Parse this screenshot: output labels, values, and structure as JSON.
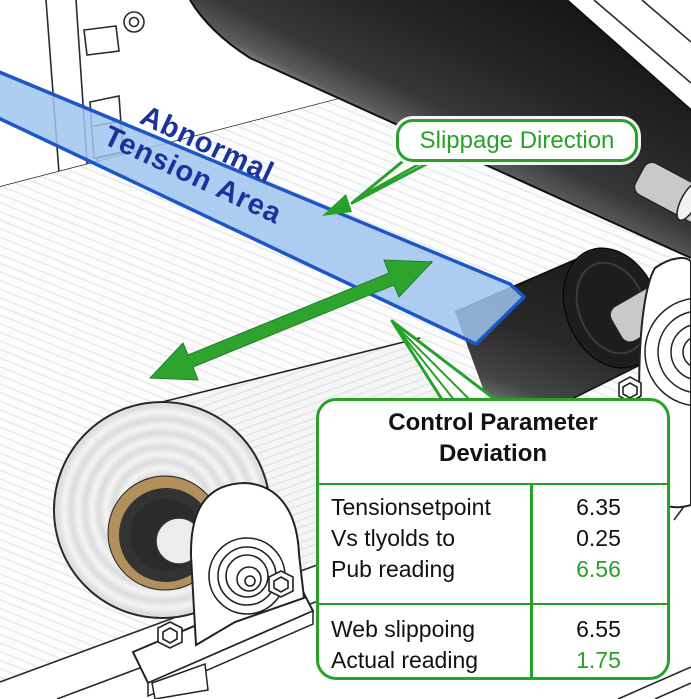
{
  "diagram": {
    "band": {
      "label_line1": "Abnormal",
      "label_line2": "Tension Area"
    },
    "callout": {
      "label": "Slippage Direction"
    },
    "table": {
      "title_line1": "Control Parameter",
      "title_line2": "Deviation",
      "sections": [
        {
          "rows": [
            {
              "label": "Tensionsetpoint",
              "value": "6.35",
              "highlight": false
            },
            {
              "label": "Vs tlyolds to",
              "value": "0.25",
              "highlight": false
            },
            {
              "label": "Pub reading",
              "value": "6.56",
              "highlight": true
            }
          ]
        },
        {
          "rows": [
            {
              "label": "Web slippoing",
              "value": "6.55",
              "highlight": false
            },
            {
              "label": "Actual reading",
              "value": "1.75",
              "highlight": true
            }
          ]
        }
      ]
    },
    "colors": {
      "accent_green": "#27a228",
      "arrow_green": "#2ea32e",
      "band_fill": "#9fc4ee",
      "band_border": "#1d57c7",
      "band_text_navy": "#18349c",
      "roller_black": "#262626"
    }
  }
}
